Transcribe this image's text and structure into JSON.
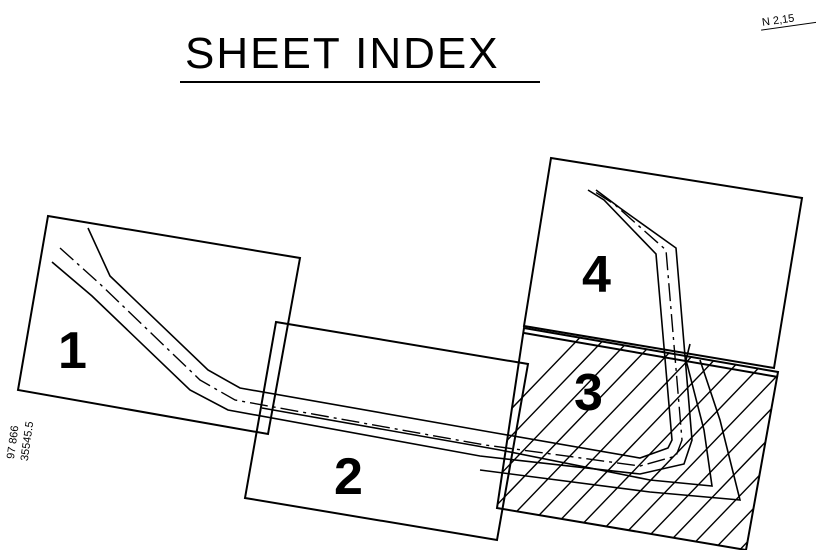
{
  "title": "SHEET INDEX",
  "corner_label": "N 2,15",
  "edge_text": [
    "97 866",
    "35545.5"
  ],
  "sheets": [
    {
      "number": "1"
    },
    {
      "number": "2"
    },
    {
      "number": "3",
      "hatched": true
    },
    {
      "number": "4"
    }
  ]
}
